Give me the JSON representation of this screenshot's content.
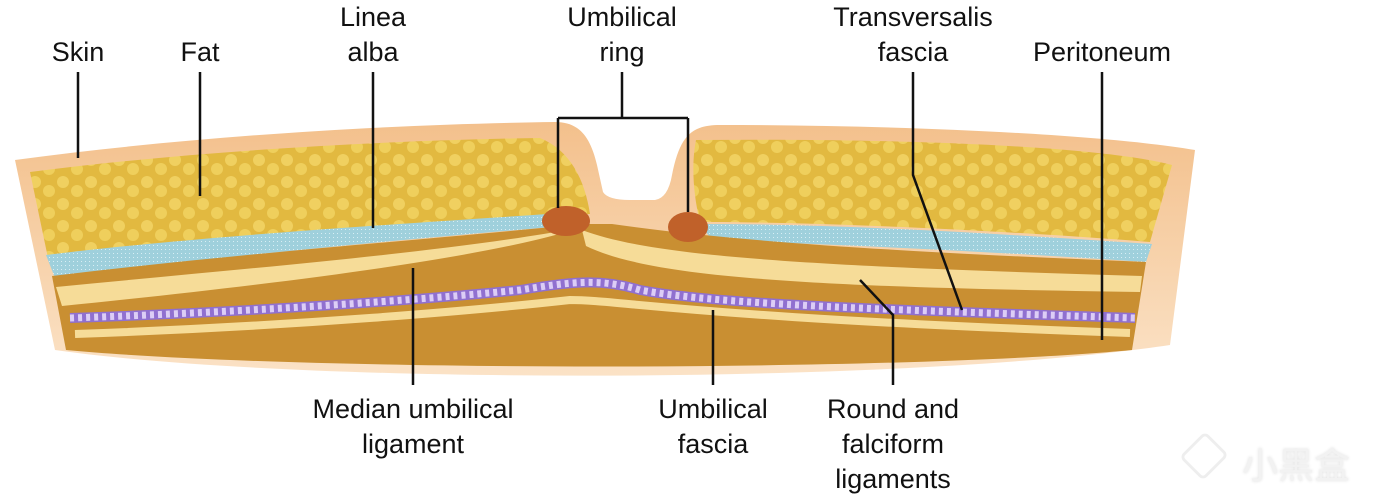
{
  "labels": {
    "skin": "Skin",
    "fat": "Fat",
    "linea_alba": [
      "Linea",
      "alba"
    ],
    "umbilical_ring": [
      "Umbilical",
      "ring"
    ],
    "transversalis_fascia": [
      "Transversalis",
      "fascia"
    ],
    "peritoneum": "Peritoneum",
    "median_umbilical_ligament": [
      "Median umbilical",
      "ligament"
    ],
    "umbilical_fascia": [
      "Umbilical",
      "fascia"
    ],
    "round_falciform": [
      "Round and",
      "falciform",
      "ligaments"
    ]
  },
  "watermark": "小黑盒",
  "colors": {
    "skin": "#f3c08c",
    "fat": "#e6c14a",
    "linea_alba": "#9fd0dc",
    "muscle": "#c98f32",
    "ligament": "#f6dc98",
    "fascia": "#a888e0",
    "nodule": "#c0612a"
  }
}
